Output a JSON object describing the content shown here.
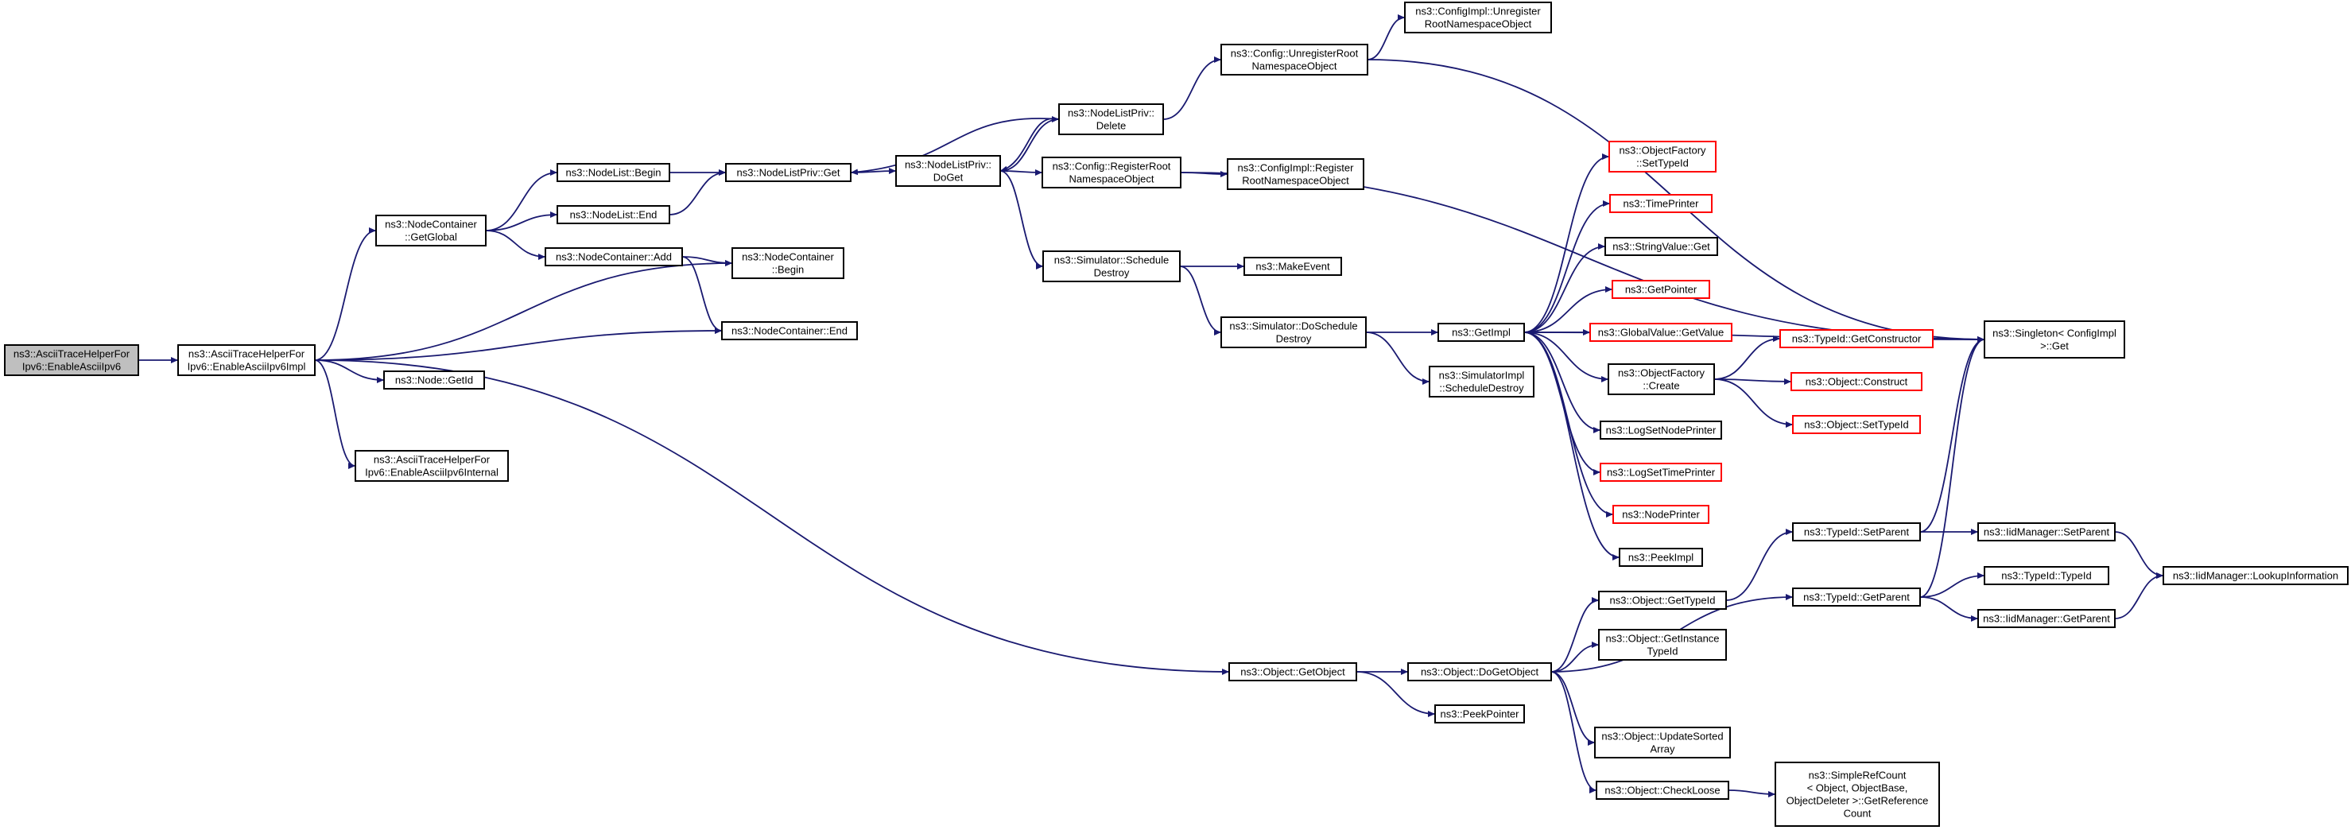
{
  "colors": {
    "edge": "#191970",
    "node_border": "#000000",
    "truncated_border": "#ff0000",
    "root_fill": "#bfbfbf",
    "node_fill": "#ffffff"
  },
  "nodes": [
    {
      "id": "root",
      "lines": [
        "ns3::AsciiTraceHelperFor",
        "Ipv6::EnableAsciiIpv6"
      ],
      "style": "root"
    },
    {
      "id": "enableImpl",
      "lines": [
        "ns3::AsciiTraceHelperFor",
        "Ipv6::EnableAsciiIpv6Impl"
      ],
      "style": "normal"
    },
    {
      "id": "getGlobal",
      "lines": [
        "ns3::NodeContainer",
        "::GetGlobal"
      ],
      "style": "normal"
    },
    {
      "id": "ncAdd",
      "lines": [
        "ns3::NodeContainer::Add"
      ],
      "style": "normal"
    },
    {
      "id": "nodeGetId",
      "lines": [
        "ns3::Node::GetId"
      ],
      "style": "normal"
    },
    {
      "id": "enableInternal",
      "lines": [
        "ns3::AsciiTraceHelperFor",
        "Ipv6::EnableAsciiIpv6Internal"
      ],
      "style": "normal"
    },
    {
      "id": "nlBegin",
      "lines": [
        "ns3::NodeList::Begin"
      ],
      "style": "normal"
    },
    {
      "id": "nlEnd",
      "lines": [
        "ns3::NodeList::End"
      ],
      "style": "normal"
    },
    {
      "id": "nlpGet",
      "lines": [
        "ns3::NodeListPriv::Get"
      ],
      "style": "normal"
    },
    {
      "id": "ncBegin",
      "lines": [
        "ns3::NodeContainer",
        "::Begin"
      ],
      "style": "normal"
    },
    {
      "id": "ncEnd",
      "lines": [
        "ns3::NodeContainer::End"
      ],
      "style": "normal"
    },
    {
      "id": "nlpDoGet",
      "lines": [
        "ns3::NodeListPriv::",
        "DoGet"
      ],
      "style": "normal"
    },
    {
      "id": "nlpDelete",
      "lines": [
        "ns3::NodeListPriv::",
        "Delete"
      ],
      "style": "normal"
    },
    {
      "id": "cfgRegister",
      "lines": [
        "ns3::Config::RegisterRoot",
        "NamespaceObject"
      ],
      "style": "normal"
    },
    {
      "id": "cfgUnregister",
      "lines": [
        "ns3::Config::UnregisterRoot",
        "NamespaceObject"
      ],
      "style": "normal"
    },
    {
      "id": "cfgImplUnregister",
      "lines": [
        "ns3::ConfigImpl::Unregister",
        "RootNamespaceObject"
      ],
      "style": "normal"
    },
    {
      "id": "cfgImplRegister",
      "lines": [
        "ns3::ConfigImpl::Register",
        "RootNamespaceObject"
      ],
      "style": "normal"
    },
    {
      "id": "simScheduleDestroy",
      "lines": [
        "ns3::Simulator::Schedule",
        "Destroy"
      ],
      "style": "normal"
    },
    {
      "id": "makeEvent",
      "lines": [
        "ns3::MakeEvent"
      ],
      "style": "normal"
    },
    {
      "id": "simDoScheduleDestroy",
      "lines": [
        "ns3::Simulator::DoSchedule",
        "Destroy"
      ],
      "style": "normal"
    },
    {
      "id": "getImpl",
      "lines": [
        "ns3::GetImpl"
      ],
      "style": "normal"
    },
    {
      "id": "simImplScheduleDestroy",
      "lines": [
        "ns3::SimulatorImpl",
        "::ScheduleDestroy"
      ],
      "style": "normal"
    },
    {
      "id": "ofSetTypeId",
      "lines": [
        "ns3::ObjectFactory",
        "::SetTypeId"
      ],
      "style": "truncated"
    },
    {
      "id": "timePrinter",
      "lines": [
        "ns3::TimePrinter"
      ],
      "style": "truncated"
    },
    {
      "id": "stringValueGet",
      "lines": [
        "ns3::StringValue::Get"
      ],
      "style": "normal"
    },
    {
      "id": "getPointer",
      "lines": [
        "ns3::GetPointer"
      ],
      "style": "truncated"
    },
    {
      "id": "globalValueGetValue",
      "lines": [
        "ns3::GlobalValue::GetValue"
      ],
      "style": "truncated"
    },
    {
      "id": "ofCreate",
      "lines": [
        "ns3::ObjectFactory",
        "::Create"
      ],
      "style": "normal"
    },
    {
      "id": "logSetNodePrinter",
      "lines": [
        "ns3::LogSetNodePrinter"
      ],
      "style": "normal"
    },
    {
      "id": "logSetTimePrinter",
      "lines": [
        "ns3::LogSetTimePrinter"
      ],
      "style": "truncated"
    },
    {
      "id": "nodePrinter",
      "lines": [
        "ns3::NodePrinter"
      ],
      "style": "truncated"
    },
    {
      "id": "peekImpl",
      "lines": [
        "ns3::PeekImpl"
      ],
      "style": "normal"
    },
    {
      "id": "tidGetConstructor",
      "lines": [
        "ns3::TypeId::GetConstructor"
      ],
      "style": "truncated"
    },
    {
      "id": "objConstruct",
      "lines": [
        "ns3::Object::Construct"
      ],
      "style": "truncated"
    },
    {
      "id": "objSetTypeId",
      "lines": [
        "ns3::Object::SetTypeId"
      ],
      "style": "truncated"
    },
    {
      "id": "singletonGet",
      "lines": [
        "ns3::Singleton< ConfigImpl",
        " >::Get"
      ],
      "style": "normal"
    },
    {
      "id": "objGetObject",
      "lines": [
        "ns3::Object::GetObject"
      ],
      "style": "normal"
    },
    {
      "id": "objDoGetObject",
      "lines": [
        "ns3::Object::DoGetObject"
      ],
      "style": "normal"
    },
    {
      "id": "peekPointer",
      "lines": [
        "ns3::PeekPointer"
      ],
      "style": "normal"
    },
    {
      "id": "objGetTypeId",
      "lines": [
        "ns3::Object::GetTypeId"
      ],
      "style": "normal"
    },
    {
      "id": "objGetInstanceTypeId",
      "lines": [
        "ns3::Object::GetInstance",
        "TypeId"
      ],
      "style": "normal"
    },
    {
      "id": "objUpdateSortedArray",
      "lines": [
        "ns3::Object::UpdateSorted",
        "Array"
      ],
      "style": "normal"
    },
    {
      "id": "objCheckLoose",
      "lines": [
        "ns3::Object::CheckLoose"
      ],
      "style": "normal"
    },
    {
      "id": "simpleRefCount",
      "lines": [
        "ns3::SimpleRefCount",
        "< Object, ObjectBase,",
        " ObjectDeleter >::GetReference",
        "Count"
      ],
      "style": "normal"
    },
    {
      "id": "tidSetParent",
      "lines": [
        "ns3::TypeId::SetParent"
      ],
      "style": "normal"
    },
    {
      "id": "tidGetParent",
      "lines": [
        "ns3::TypeId::GetParent"
      ],
      "style": "normal"
    },
    {
      "id": "tidTypeId",
      "lines": [
        "ns3::TypeId::TypeId"
      ],
      "style": "normal"
    },
    {
      "id": "iidSetParent",
      "lines": [
        "ns3::IidManager::SetParent"
      ],
      "style": "normal"
    },
    {
      "id": "iidGetParent",
      "lines": [
        "ns3::IidManager::GetParent"
      ],
      "style": "normal"
    },
    {
      "id": "iidLookupInformation",
      "lines": [
        "ns3::IidManager::LookupInformation"
      ],
      "style": "normal"
    }
  ],
  "edges": [
    [
      "root",
      "enableImpl"
    ],
    [
      "enableImpl",
      "getGlobal"
    ],
    [
      "enableImpl",
      "ncBegin"
    ],
    [
      "enableImpl",
      "ncEnd"
    ],
    [
      "enableImpl",
      "nodeGetId"
    ],
    [
      "enableImpl",
      "enableInternal"
    ],
    [
      "enableImpl",
      "objGetObject"
    ],
    [
      "getGlobal",
      "nlBegin"
    ],
    [
      "getGlobal",
      "nlEnd"
    ],
    [
      "getGlobal",
      "ncAdd"
    ],
    [
      "ncAdd",
      "ncBegin"
    ],
    [
      "ncAdd",
      "ncEnd"
    ],
    [
      "nlBegin",
      "nlpGet"
    ],
    [
      "nlEnd",
      "nlpGet"
    ],
    [
      "nlpGet",
      "nlpDoGet"
    ],
    [
      "nlpDoGet",
      "nlpDelete"
    ],
    [
      "nlpDoGet",
      "cfgRegister"
    ],
    [
      "nlpDoGet",
      "simScheduleDestroy"
    ],
    [
      "nlpDelete",
      "nlpGet"
    ],
    [
      "nlpDelete",
      "nlpDoGet"
    ],
    [
      "nlpDelete",
      "cfgUnregister"
    ],
    [
      "cfgUnregister",
      "cfgImplUnregister"
    ],
    [
      "cfgUnregister",
      "singletonGet"
    ],
    [
      "cfgRegister",
      "cfgImplRegister"
    ],
    [
      "cfgRegister",
      "singletonGet"
    ],
    [
      "simScheduleDestroy",
      "makeEvent"
    ],
    [
      "simScheduleDestroy",
      "simDoScheduleDestroy"
    ],
    [
      "simDoScheduleDestroy",
      "getImpl"
    ],
    [
      "simDoScheduleDestroy",
      "simImplScheduleDestroy"
    ],
    [
      "getImpl",
      "ofSetTypeId"
    ],
    [
      "getImpl",
      "timePrinter"
    ],
    [
      "getImpl",
      "stringValueGet"
    ],
    [
      "getImpl",
      "getPointer"
    ],
    [
      "getImpl",
      "globalValueGetValue"
    ],
    [
      "getImpl",
      "ofCreate"
    ],
    [
      "getImpl",
      "logSetNodePrinter"
    ],
    [
      "getImpl",
      "logSetTimePrinter"
    ],
    [
      "getImpl",
      "nodePrinter"
    ],
    [
      "getImpl",
      "peekImpl"
    ],
    [
      "getImpl",
      "singletonGet"
    ],
    [
      "ofCreate",
      "tidGetConstructor"
    ],
    [
      "ofCreate",
      "objConstruct"
    ],
    [
      "ofCreate",
      "objSetTypeId"
    ],
    [
      "tidGetConstructor",
      "singletonGet"
    ],
    [
      "objGetObject",
      "objDoGetObject"
    ],
    [
      "objGetObject",
      "peekPointer"
    ],
    [
      "objDoGetObject",
      "objGetTypeId"
    ],
    [
      "objDoGetObject",
      "objGetInstanceTypeId"
    ],
    [
      "objDoGetObject",
      "objUpdateSortedArray"
    ],
    [
      "objDoGetObject",
      "objCheckLoose"
    ],
    [
      "objDoGetObject",
      "tidGetParent"
    ],
    [
      "objGetTypeId",
      "tidSetParent"
    ],
    [
      "objCheckLoose",
      "simpleRefCount"
    ],
    [
      "tidSetParent",
      "iidSetParent"
    ],
    [
      "tidSetParent",
      "singletonGet"
    ],
    [
      "tidGetParent",
      "tidTypeId"
    ],
    [
      "tidGetParent",
      "iidGetParent"
    ],
    [
      "tidGetParent",
      "singletonGet"
    ],
    [
      "iidSetParent",
      "iidLookupInformation"
    ],
    [
      "iidGetParent",
      "iidLookupInformation"
    ]
  ]
}
